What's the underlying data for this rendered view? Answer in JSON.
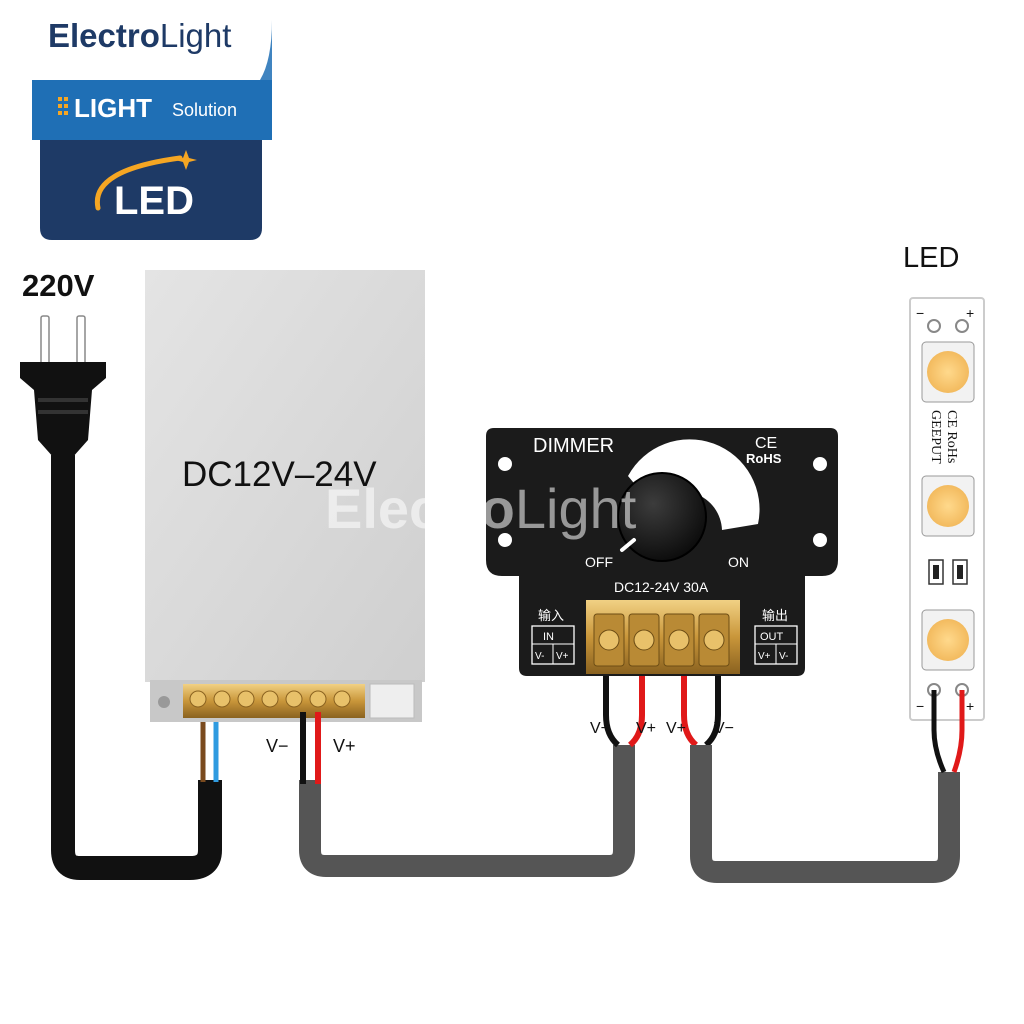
{
  "brand": {
    "name_part1": "Electro",
    "name_part2": "Light",
    "line2": "LIGHT",
    "line2_sub": "Solution",
    "line3": "LED"
  },
  "labels": {
    "mains": "220V",
    "psu": "DC12V–24V",
    "psu_minus": "V−",
    "psu_plus": "V+",
    "led": "LED",
    "watermark_part1": "Electro",
    "watermark_part2": "Light"
  },
  "dimmer": {
    "title": "DIMMER",
    "ce": "CE",
    "rohs": "RoHS",
    "off": "OFF",
    "on": "ON",
    "rating": "DC12-24V  30A",
    "input_cn": "输入",
    "input": "IN",
    "input_minus": "V-",
    "input_plus": "V+",
    "output_cn": "输出",
    "output": "OUT",
    "output_plus": "V+",
    "output_minus": "V-",
    "wire_in_minus": "V−",
    "wire_in_plus": "V+",
    "wire_out_plus": "V+",
    "wire_out_minus": "V−"
  },
  "strip": {
    "cert1": "CE RoHs",
    "cert2": "GEEPUT",
    "minus": "−",
    "plus": "+"
  },
  "colors": {
    "brand_navy": "#1e3a66",
    "brand_blue": "#1f6fb5",
    "accent_orange": "#f5a623",
    "psu_body": "#dadada",
    "dimmer_body": "#1b1b1b",
    "cable_gray": "#555555",
    "wire_red": "#e01919",
    "wire_black": "#111111",
    "wire_blue": "#2f9be0",
    "wire_brown": "#7a4a1e",
    "terminal_brass": "#c9a046",
    "led_chip": "#f6c572"
  }
}
